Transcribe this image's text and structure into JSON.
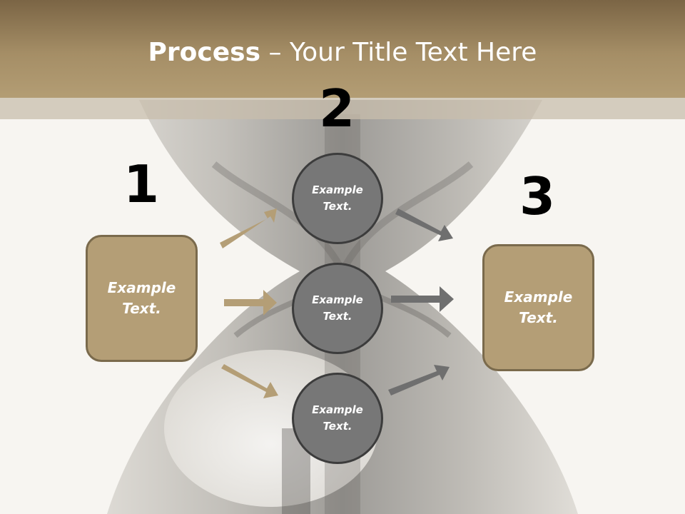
{
  "title": {
    "bold": "Process",
    "rest": " – Your Title Text Here"
  },
  "steps": [
    {
      "number": "1"
    },
    {
      "number": "2"
    },
    {
      "number": "3"
    }
  ],
  "left_box": {
    "text": "Example Text."
  },
  "circles": [
    {
      "text": "Example Text."
    },
    {
      "text": "Example Text."
    },
    {
      "text": "Example Text."
    }
  ],
  "right_box": {
    "text": "Example Text."
  },
  "colors": {
    "header_band": "#a58e66",
    "box_fill": "#b49e76",
    "box_border": "#7a6a4c",
    "circle_fill": "#777777",
    "circle_border": "#3c3c3c",
    "arrow_tan": "#b49e76",
    "arrow_gray": "#6f6f6f"
  }
}
